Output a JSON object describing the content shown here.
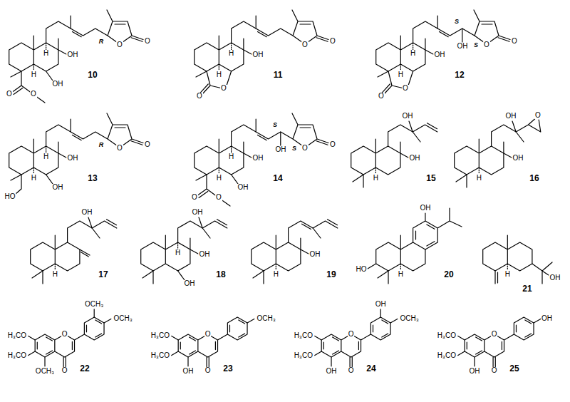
{
  "diagram": {
    "labels": [
      "R",
      "O",
      "O",
      "OH",
      "H",
      "H",
      "OH",
      "O",
      "O",
      "10",
      "O",
      "O",
      "OH",
      "H",
      "H",
      "O",
      "O",
      "11",
      "S",
      "OH",
      "S",
      "O",
      "O",
      "OH",
      "H",
      "H",
      "O",
      "O",
      "12",
      "R",
      "O",
      "O",
      "OH",
      "H",
      "H",
      "OH",
      "HO",
      "13",
      "S",
      "OH",
      "S",
      "O",
      "O",
      "OH",
      "H",
      "H",
      "OH",
      "O",
      "O",
      "14",
      "OH",
      "OH",
      "H",
      "15",
      "OH",
      "O",
      "OH",
      "H",
      "16",
      "OH",
      "H",
      "17",
      "OH",
      "OH",
      "H",
      "OH",
      "18",
      "OH",
      "H",
      "19",
      "OH",
      "HO",
      "H",
      "20",
      "OH",
      "H",
      "21",
      "H₃CO",
      "H₃CO",
      "OCH₃",
      "O",
      "O",
      "OCH₃",
      "OCH₃",
      "22",
      "H₃CO",
      "H₃CO",
      "OH",
      "O",
      "O",
      "OCH₃",
      "23",
      "H₃CO",
      "H₃CO",
      "OH",
      "O",
      "O",
      "OH",
      "OCH₃",
      "24",
      "H₃CO",
      "H₃CO",
      "OH",
      "O",
      "O",
      "OH",
      "25"
    ]
  }
}
